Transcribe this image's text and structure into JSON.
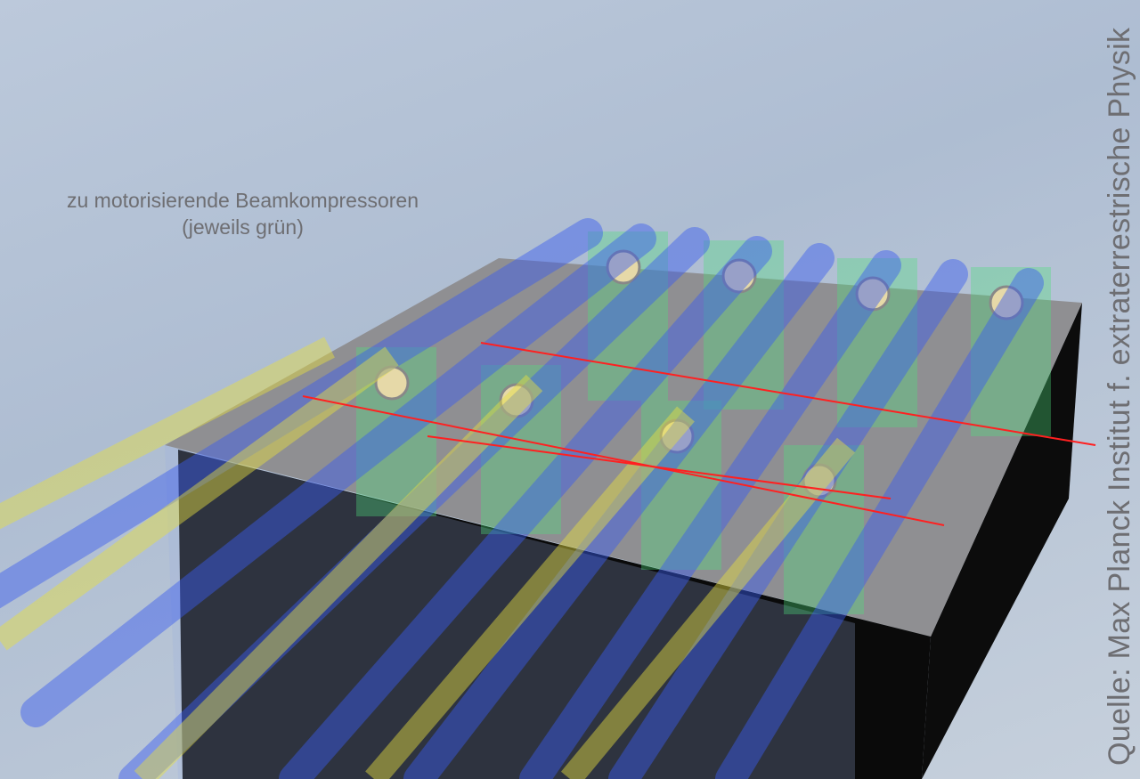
{
  "annotation": {
    "line1": "zu motorisierende Beamkompressoren",
    "line2": "(jeweils grün)"
  },
  "source_credit": "Quelle: Max Planck Institut f. extraterrestrische Physik",
  "colors": {
    "background": "#b4c2d6",
    "platform_top": "#8e8e90",
    "platform_side": "#111111",
    "beam_blue": "#3a5cf0",
    "beam_yellow": "#e8e040",
    "compressor_green": "#4ee07a",
    "laser_red": "#ff2020"
  }
}
